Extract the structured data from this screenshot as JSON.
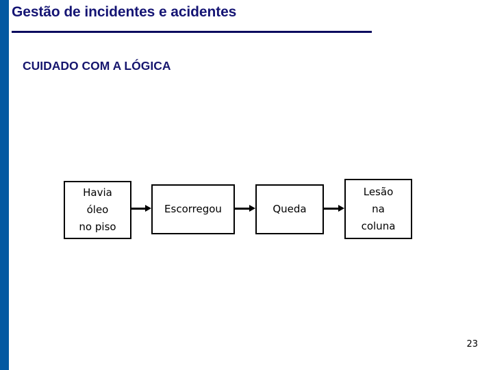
{
  "slide": {
    "title": "Gestão de incidentes e acidentes",
    "subtitle": "CUIDADO COM A LÓGICA",
    "page_number": "23"
  },
  "colors": {
    "left_bar": "#0459a1",
    "title_text": "#151574",
    "title_rule": "#0b0b5e",
    "subtitle_text": "#16166e",
    "box_border": "#000000",
    "box_fill": "#ffffff",
    "box_text": "#000000",
    "arrow": "#000000"
  },
  "flowchart": {
    "type": "linear-causal-chain",
    "nodes": [
      {
        "id": "havia-oleo-no-piso",
        "lines": [
          "Havia",
          "óleo",
          "no piso"
        ]
      },
      {
        "id": "escorregou",
        "lines": [
          "Escorregou"
        ]
      },
      {
        "id": "queda",
        "lines": [
          "Queda"
        ]
      },
      {
        "id": "lesao-na-coluna",
        "lines": [
          "Lesão",
          "na",
          "coluna"
        ]
      }
    ],
    "connectors": [
      {
        "from": "havia-oleo-no-piso",
        "to": "escorregou",
        "style": "arrow-right"
      },
      {
        "from": "escorregou",
        "to": "queda",
        "style": "arrow-right"
      },
      {
        "from": "queda",
        "to": "lesao-na-coluna",
        "style": "arrow-right"
      }
    ]
  }
}
